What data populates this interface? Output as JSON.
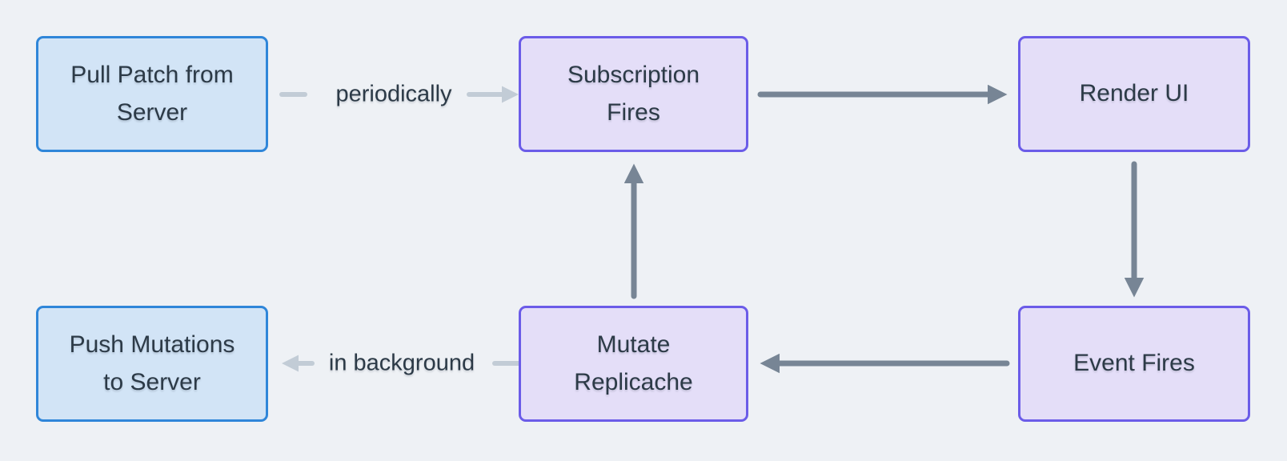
{
  "diagram": {
    "background_color": "#eef1f5",
    "colors": {
      "blue_node_fill": "#d2e4f6",
      "blue_node_border": "#2f86d9",
      "purple_node_fill": "#e4def8",
      "purple_node_border": "#6b5ce8",
      "text": "#2c3a47",
      "arrow_dark": "#778595",
      "arrow_light": "#c2ccd6"
    },
    "nodes": [
      {
        "id": "pull-patch-from-server",
        "label": "Pull Patch from\nServer",
        "style": "blue"
      },
      {
        "id": "subscription-fires",
        "label": "Subscription\nFires",
        "style": "purple"
      },
      {
        "id": "render-ui",
        "label": "Render UI",
        "style": "purple"
      },
      {
        "id": "push-mutations-to-server",
        "label": "Push Mutations\nto Server",
        "style": "blue"
      },
      {
        "id": "mutate-replicache",
        "label": "Mutate\nReplicache",
        "style": "purple"
      },
      {
        "id": "event-fires",
        "label": "Event Fires",
        "style": "purple"
      }
    ],
    "edges": [
      {
        "from": "pull-patch-from-server",
        "to": "subscription-fires",
        "label": "periodically",
        "style": "light"
      },
      {
        "from": "subscription-fires",
        "to": "render-ui",
        "label": "",
        "style": "dark"
      },
      {
        "from": "render-ui",
        "to": "event-fires",
        "label": "",
        "style": "dark"
      },
      {
        "from": "event-fires",
        "to": "mutate-replicache",
        "label": "",
        "style": "dark"
      },
      {
        "from": "mutate-replicache",
        "to": "subscription-fires",
        "label": "",
        "style": "dark"
      },
      {
        "from": "mutate-replicache",
        "to": "push-mutations-to-server",
        "label": "in background",
        "style": "light"
      }
    ]
  }
}
